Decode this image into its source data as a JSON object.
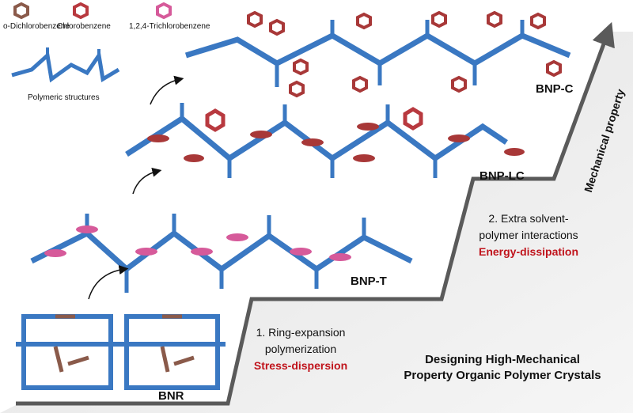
{
  "legend": {
    "items": [
      {
        "label": "o-Dichlorobenzene",
        "color": "#8a5a4a"
      },
      {
        "label": "Chlorobenzene",
        "color": "#b8393f"
      },
      {
        "label": "1,2,4-Trichlorobenzene",
        "color": "#d65a9a"
      }
    ],
    "polymer_label": "Polymeric structures",
    "polymer_color": "#3a78c2"
  },
  "stages": {
    "bnr": "BNR",
    "bnp_t": "BNP-T",
    "bnp_lc": "BNP-LC",
    "bnp_c": "BNP-C"
  },
  "step1": {
    "line1": "1. Ring-expansion",
    "line2": "polymerization",
    "highlight": "Stress-dispersion"
  },
  "step2": {
    "line1": "2. Extra solvent-",
    "line2": "polymer interactions",
    "highlight": "Energy-dissipation"
  },
  "axis_label": "Mechanical property",
  "title": {
    "line1": "Designing High-Mechanical",
    "line2": "Property Organic Polymer Crystals"
  },
  "colors": {
    "accent_red": "#c0141c",
    "staircase": "#5a5a5a",
    "polymer_blue": "#3a78c2"
  }
}
